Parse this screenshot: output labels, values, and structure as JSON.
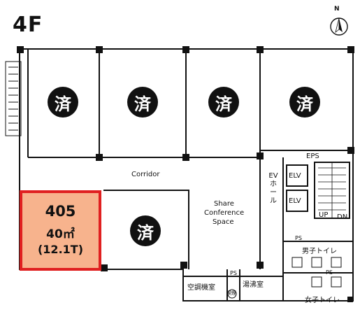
{
  "floor": "4F",
  "compass": {
    "north_label": "N"
  },
  "occupied_mark": "済",
  "available_unit": {
    "number": "405",
    "area": "40㎡",
    "tsubo": "(12.1T)",
    "fill_color": "#f7b38d",
    "border_color": "#e02020"
  },
  "labels": {
    "corridor": "Corridor",
    "share_conference": [
      "Share",
      "Conference",
      "Space"
    ],
    "eps": "EPS",
    "ev_hall": "EVホール",
    "elv": "ELV",
    "up": "UP",
    "dn": "DN",
    "ps": "PS",
    "mens_toilet": "男子トイレ",
    "womens_toilet": "女子トイレ",
    "hvac_room": "空調機室",
    "kitchenette": "湯沸室",
    "smoking": "喫煙"
  }
}
